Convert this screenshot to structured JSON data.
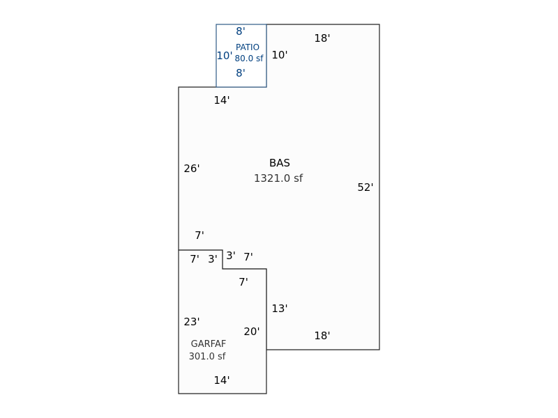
{
  "colors": {
    "outline": "#222222",
    "fill": "#fcfcfc",
    "patio_outline": "#2e5a86",
    "patio_fill": "#ffffff",
    "patio_text": "#003f7f",
    "text": "#000000",
    "area_text": "#333333"
  },
  "areas": {
    "patio": {
      "name": "PATIO",
      "area": "80.0 sf"
    },
    "bas": {
      "name": "BAS",
      "area": "1321.0 sf"
    },
    "garage": {
      "name": "GARFAF",
      "area": "301.0 sf"
    }
  },
  "dimensions": {
    "patio_top": "8'",
    "patio_left": "10'",
    "patio_bottom": "8'",
    "patio_right": "10'",
    "bas_top": "18'",
    "bas_upper_left": "14'",
    "bas_left": "26'",
    "bas_right": "52'",
    "bas_lower_left": "7'",
    "step_top_a": "7'",
    "step_top_b": "3'",
    "step_riser": "3'",
    "step_run": "7'",
    "garage_inner_top": "7'",
    "bas_bottom_left": "13'",
    "bas_bottom": "18'",
    "garage_left": "23'",
    "garage_right": "20'",
    "garage_bottom": "14'"
  }
}
